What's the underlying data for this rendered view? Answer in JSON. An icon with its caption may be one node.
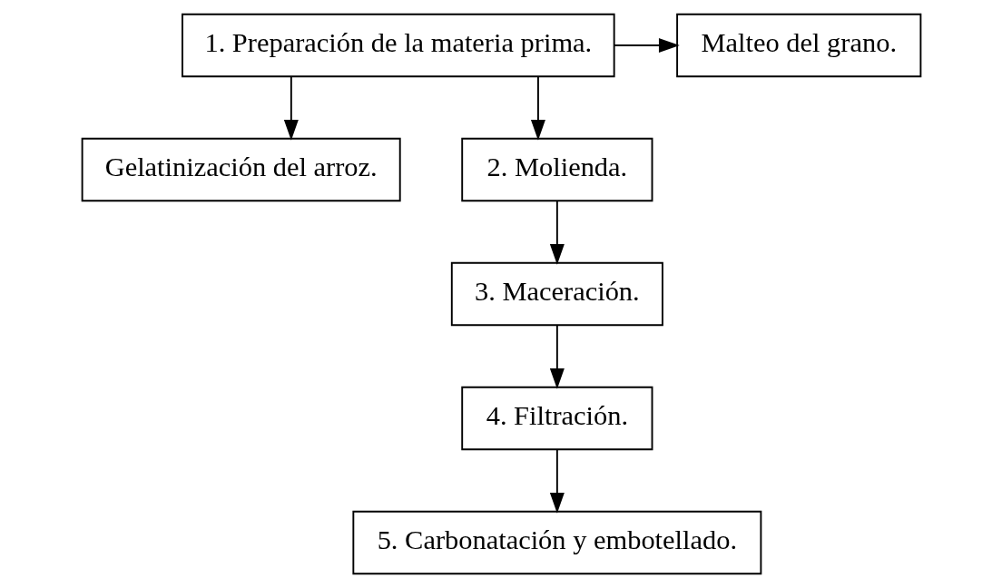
{
  "diagram": {
    "nodes": [
      {
        "text": [
          "1. Preparación de la materia prima."
        ]
      },
      {
        "text": [
          "Malteo del grano."
        ]
      },
      {
        "text": [
          "Gelatinización del arroz."
        ]
      },
      {
        "text": [
          "2. Molienda."
        ]
      },
      {
        "text": [
          "3. Maceración."
        ]
      },
      {
        "text": [
          "4. Filtración."
        ]
      },
      {
        "text": [
          "5. Carbonatación y embotellado."
        ]
      }
    ],
    "edges": [
      {
        "from": 0,
        "to": 1,
        "arrow": "to"
      },
      {
        "from": 0,
        "to": 2,
        "arrow": "to"
      },
      {
        "from": 0,
        "to": 3,
        "arrow": "to"
      },
      {
        "from": 3,
        "to": 4,
        "arrow": "to"
      },
      {
        "from": 4,
        "to": 5,
        "arrow": "to"
      },
      {
        "from": 5,
        "to": 6,
        "arrow": "to"
      }
    ]
  }
}
